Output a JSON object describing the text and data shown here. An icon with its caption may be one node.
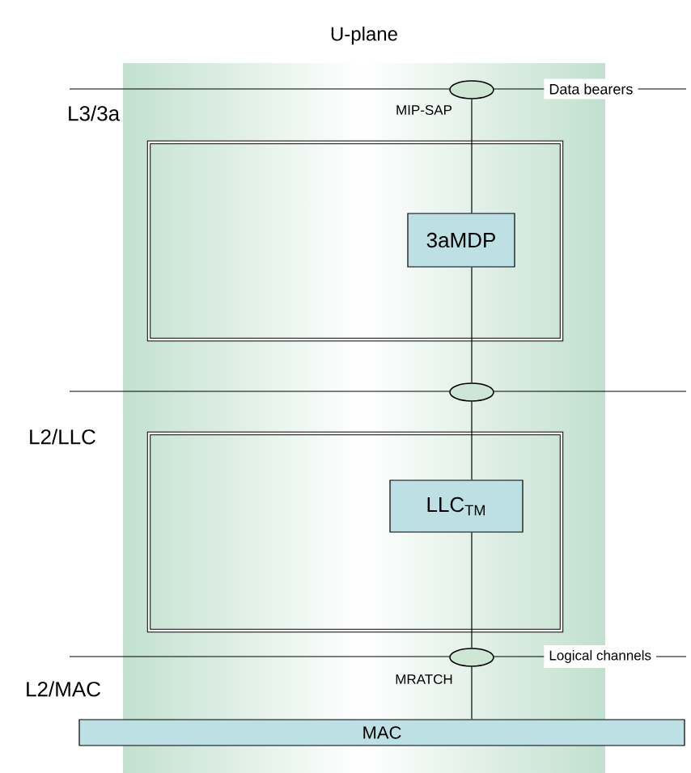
{
  "diagram": {
    "nodes": [
      {
        "text": [
          "U-plane"
        ]
      },
      {
        "text": [],
        "shape": "ellipse",
        "beside": [
          "MIP-SAP"
        ]
      },
      {
        "text": [],
        "shape": "box",
        "in": 0
      },
      {
        "text": [
          "3aMDP"
        ],
        "in": 2
      },
      {
        "text": [],
        "shape": "ellipse"
      },
      {
        "text": [],
        "shape": "box",
        "in": 0
      },
      {
        "text": [
          "LLC$_{TM}$"
        ],
        "in": 5
      },
      {
        "text": [],
        "shape": "ellipse",
        "beside": [
          "MRATCH"
        ]
      },
      {
        "text": [
          "MAC"
        ]
      }
    ],
    "edges": [
      {
        "from": 1,
        "to": 3,
        "arrow": "none"
      },
      {
        "from": 3,
        "to": 4,
        "arrow": "none"
      },
      {
        "from": 4,
        "to": 6,
        "arrow": "none"
      },
      {
        "from": 6,
        "to": 7,
        "arrow": "none"
      },
      {
        "from": 7,
        "to": 8,
        "arrow": "none"
      }
    ],
    "labels": [
      "L3/3a",
      "Data bearers",
      "L2/LLC",
      "Logical channels",
      "L2/MAC"
    ]
  }
}
